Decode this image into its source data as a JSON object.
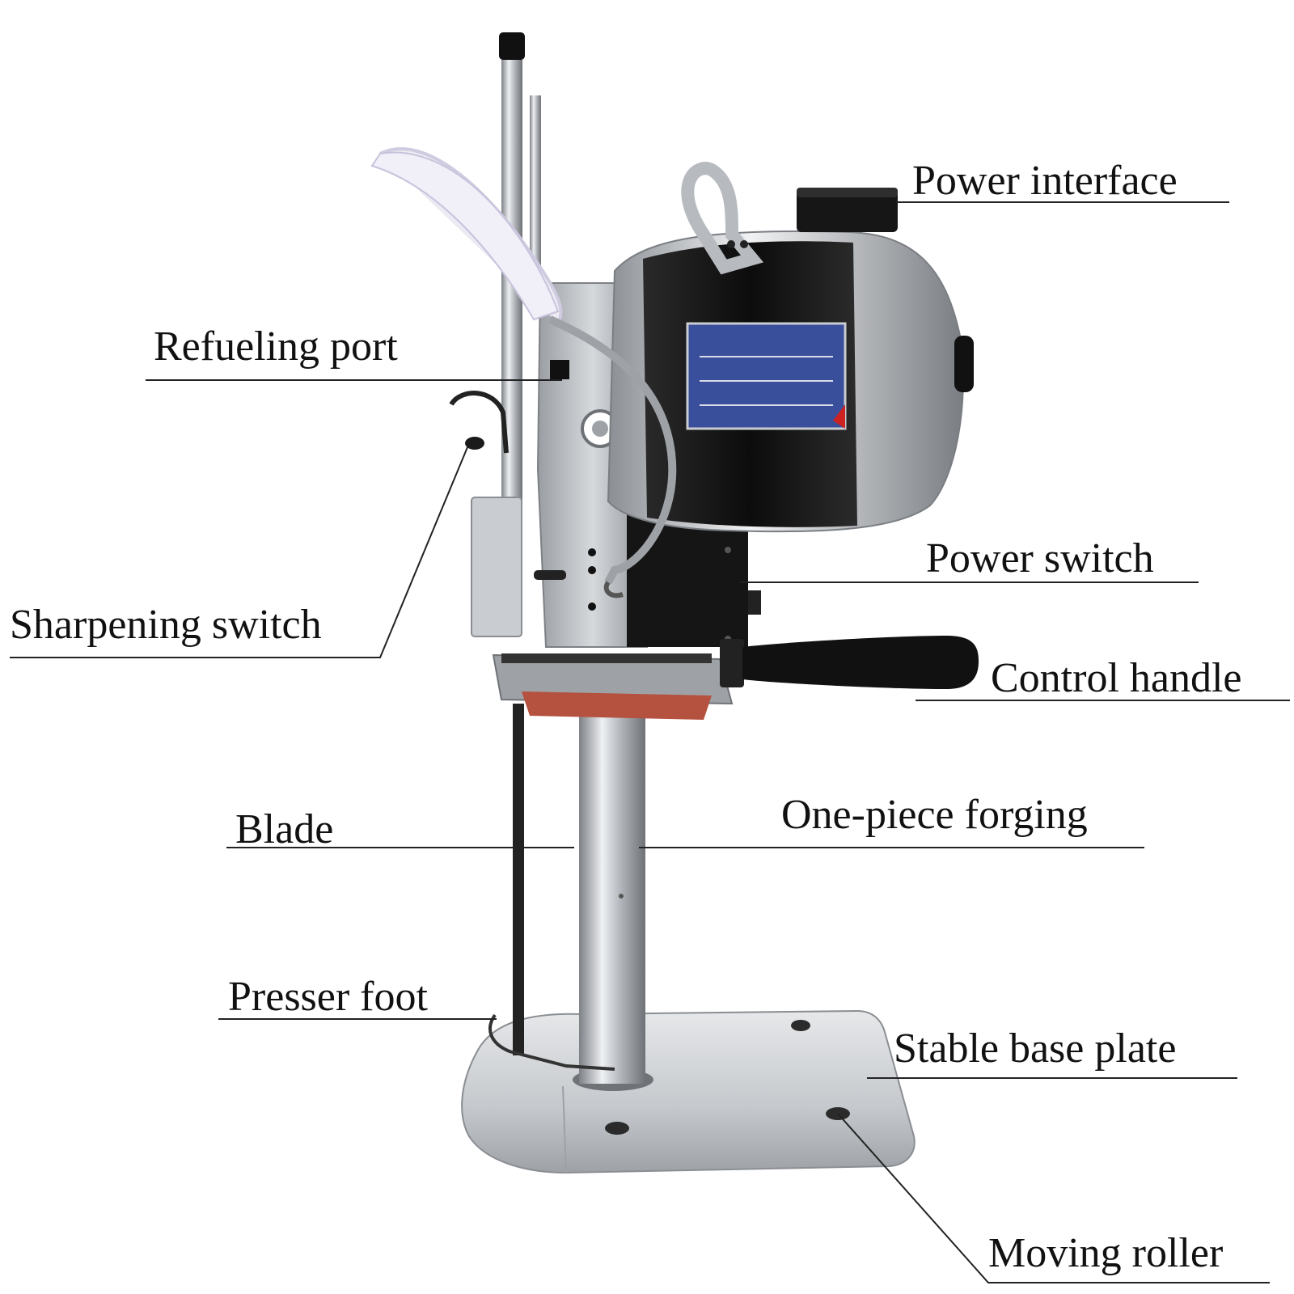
{
  "colors": {
    "background": "#ffffff",
    "label_text": "#111111",
    "leader_line": "#222222",
    "motor_body": "#1a1a1a",
    "steel": "#b9bdc2",
    "nameplate": "#3a4f9c",
    "red_plate": "#b5513f",
    "handle": "#111111"
  },
  "labels": {
    "power_interface": "Power interface",
    "refueling_port": "Refueling port",
    "power_switch": "Power switch",
    "sharpening_switch": "Sharpening switch",
    "control_handle": "Control handle",
    "one_piece_forging": "One-piece forging",
    "blade": "Blade",
    "presser_foot": "Presser foot",
    "stable_base_plate": "Stable base plate",
    "moving_roller": "Moving roller"
  }
}
